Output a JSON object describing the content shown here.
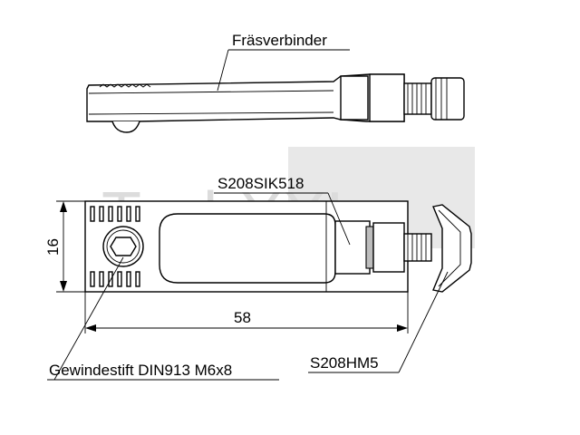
{
  "labels": {
    "top_part": "Fräsverbinder",
    "insert": "S208SIK518",
    "screw": "Gewindestift DIN913 M6x8",
    "tnut": "S208HM5"
  },
  "dimensions": {
    "height": "16",
    "length": "58"
  },
  "watermark": {
    "text": "TechXXL",
    "color": "#dcdcdc"
  },
  "colors": {
    "line": "#000000",
    "background": "#ffffff",
    "shade": "#bdbdbd"
  }
}
